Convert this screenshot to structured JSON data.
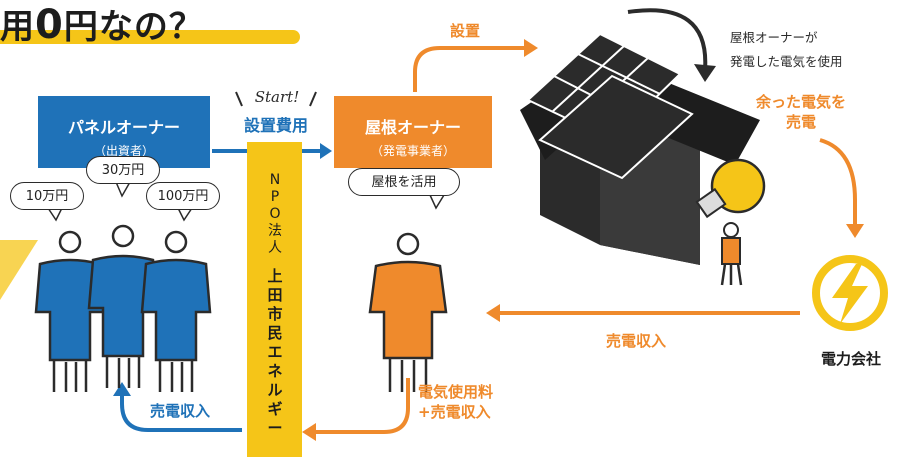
{
  "title": {
    "prefix": "用",
    "zero": "0",
    "suffix": "円なの？"
  },
  "panel_owner": {
    "name": "パネルオーナー",
    "role": "（出資者）"
  },
  "roof_owner": {
    "name": "屋根オーナー",
    "role": "（発電事業者）"
  },
  "investments": [
    "10万円",
    "30万円",
    "100万円"
  ],
  "roof_bubble": "屋根を活用",
  "start_label": "Start!",
  "install_cost": "設置費用",
  "npo": {
    "org_type": [
      "N",
      "P",
      "O",
      "法",
      "人"
    ],
    "name": [
      "上",
      "田",
      "市",
      "民",
      "エ",
      "ネ",
      "ル",
      "ギ",
      "ー"
    ]
  },
  "install_label": "設置",
  "roof_note": [
    "屋根オーナーが",
    "発電した電気を使用"
  ],
  "surplus_label": [
    "余った電気を",
    "売電"
  ],
  "power_company": "電力会社",
  "sales_income_center": "売電収入",
  "fee_label": [
    "電気使用料",
    "+売電収入"
  ],
  "sales_income_left": "売電収入",
  "colors": {
    "blue": "#1f72b8",
    "orange": "#ef8a2c",
    "yellow": "#f5c518",
    "dark": "#2b2b2b"
  }
}
